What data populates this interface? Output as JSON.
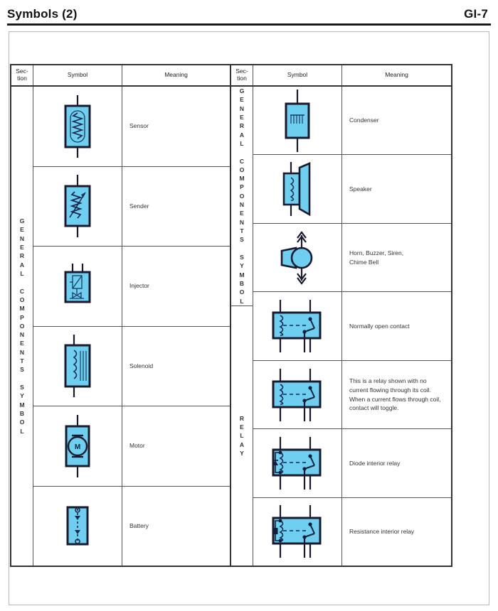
{
  "header": {
    "title": "Symbols (2)",
    "page_number": "GI-7"
  },
  "table": {
    "columns": {
      "section": "Sec-\ntion",
      "symbol": "Symbol",
      "meaning": "Meaning"
    },
    "left": {
      "section_label": "G\nE\nN\nE\nR\nA\nL\n\nC\nO\nM\nP\nO\nN\nE\nN\nT\nS\n\nS\nY\nM\nB\nO\nL",
      "rows": [
        {
          "symbol": "sensor-symbol",
          "meaning": "Sensor"
        },
        {
          "symbol": "sender-symbol",
          "meaning": "Sender"
        },
        {
          "symbol": "injector-symbol",
          "meaning": "Injector"
        },
        {
          "symbol": "solenoid-symbol",
          "meaning": "Solenoid"
        },
        {
          "symbol": "motor-symbol",
          "meaning": "Motor"
        },
        {
          "symbol": "battery-symbol",
          "meaning": "Battery"
        }
      ]
    },
    "right": {
      "section_label_general": "G\nE\nN\nE\nR\nA\nL\n\nC\nO\nM\nP\nO\nN\nE\nN\nT\nS\n\nS\nY\nM\nB\nO\nL",
      "section_label_relay": "R\nE\nL\nA\nY",
      "general_rows": [
        {
          "symbol": "condenser-symbol",
          "meaning": "Condenser"
        },
        {
          "symbol": "speaker-symbol",
          "meaning": "Speaker"
        },
        {
          "symbol": "horn-symbol",
          "meaning": "Horn, Buzzer, Siren,\nChime Bell"
        }
      ],
      "relay_rows": [
        {
          "symbol": "relay-normally-open-symbol",
          "meaning": "Normally open contact"
        },
        {
          "symbol": "relay-plain-symbol",
          "meaning": "This is a relay shown with no current flowing through its coil. When a current flows through coil, contact will toggle."
        },
        {
          "symbol": "relay-diode-symbol",
          "meaning": "Diode interior relay"
        },
        {
          "symbol": "relay-resistance-symbol",
          "meaning": "Resistance interior relay"
        }
      ]
    }
  },
  "colors": {
    "symbol_fill": "#6ECFF0",
    "symbol_stroke": "#1a1a2e",
    "table_border": "#333333",
    "grid_line": "#555555",
    "text": "#333333"
  }
}
